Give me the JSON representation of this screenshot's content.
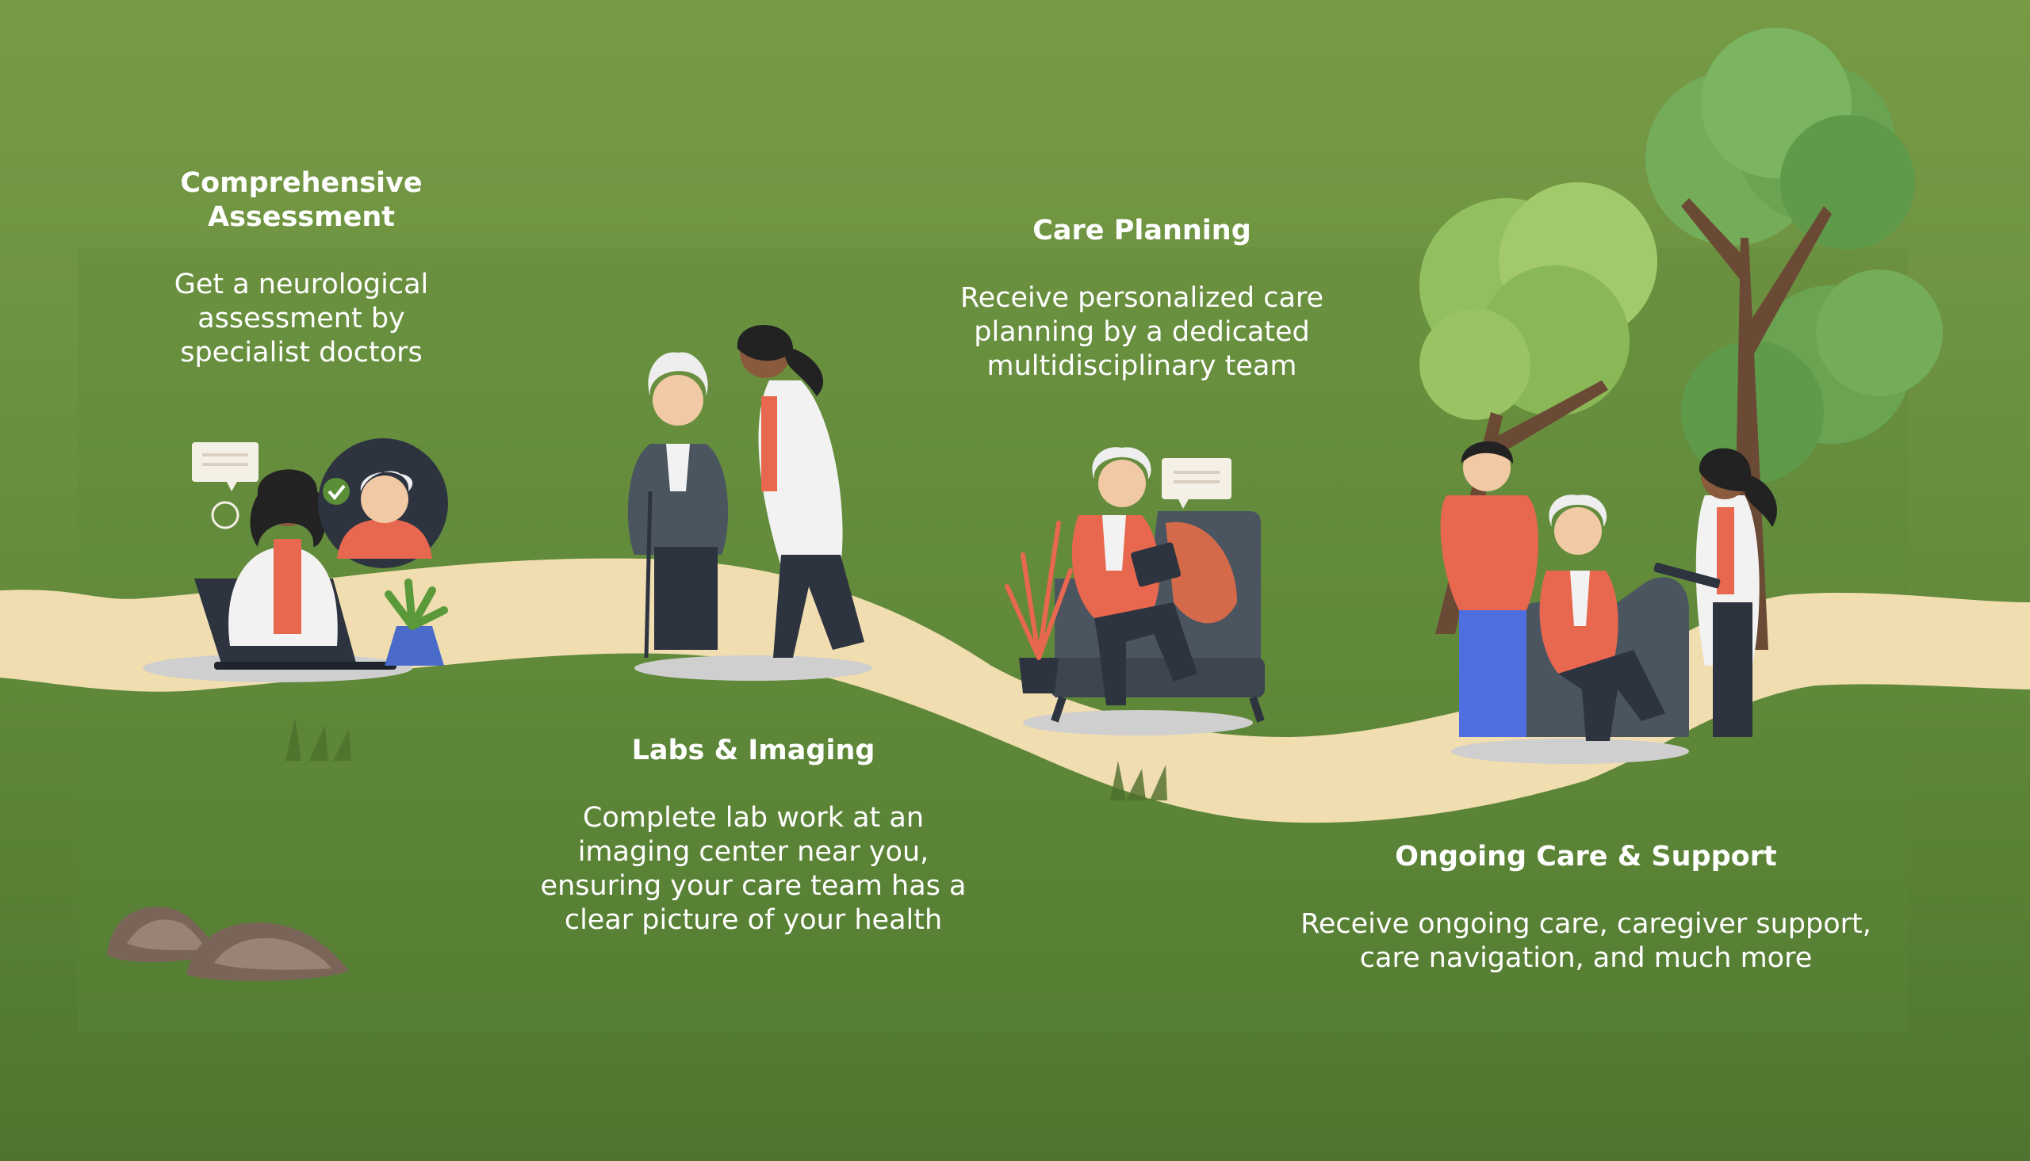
{
  "steps": [
    {
      "title": "Comprehensive Assessment",
      "description": "Get a neurological assessment by specialist doctors"
    },
    {
      "title": "Labs & Imaging",
      "description": "Complete lab work at an imaging center near you, ensuring your care team has a clear picture of your health"
    },
    {
      "title": "Care Planning",
      "description": "Receive personalized care planning by a dedicated multidisciplinary team"
    },
    {
      "title": "Ongoing Care & Support",
      "description": "Receive ongoing care, caregiver support, care navigation, and much more"
    }
  ],
  "colors": {
    "grass_top": "#779a44",
    "grass_bottom": "#4f742f",
    "path": "#f0ddb0",
    "accent": "#e8674f",
    "dark": "#2d3440"
  }
}
